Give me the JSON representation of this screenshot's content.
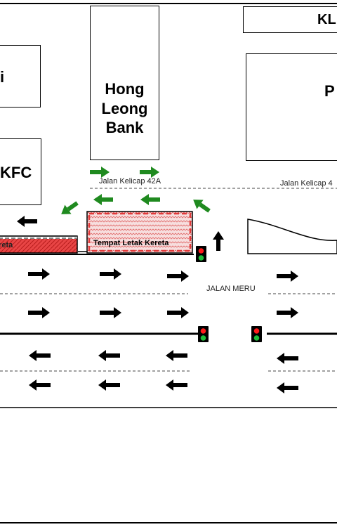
{
  "buildings": {
    "kl_label": "KL",
    "left_top_label": "i",
    "hong_leong_label": "Hong\nLeong\nBank",
    "p_label": "P",
    "kfc_label": "KFC"
  },
  "roads": {
    "kelicap_42a": "Jalan Kelicap 42A",
    "kelicap_right": "Jalan Kelicap 4",
    "jalan_meru": "JALAN MERU"
  },
  "parking": {
    "left_label": "Kereta",
    "main_label": "Tempat Letak Kereta"
  },
  "colors": {
    "green_arrow": "#1f8a1f",
    "parking_fill": "#e23a3a",
    "parking_hatch_bg": "#f7d6d6",
    "signal_red": "#ff1a1a",
    "signal_green": "#1fbf3a"
  }
}
